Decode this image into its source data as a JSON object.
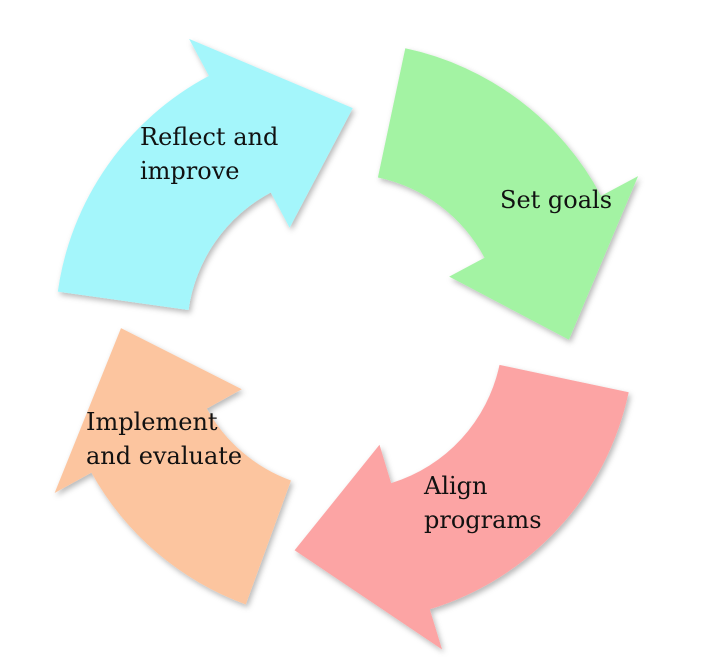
{
  "diagram": {
    "type": "cycle",
    "stages": [
      {
        "id": "set-goals",
        "lines": [
          "Set goals"
        ],
        "color": "#a3f3a3"
      },
      {
        "id": "align-programs",
        "lines": [
          "Align",
          "programs"
        ],
        "color": "#fca4a4"
      },
      {
        "id": "implement-evaluate",
        "lines": [
          "Implement",
          "and evaluate"
        ],
        "color": "#fcc59f"
      },
      {
        "id": "reflect-improve",
        "lines": [
          "Reflect and",
          "improve"
        ],
        "color": "#a4f6fb"
      }
    ]
  }
}
